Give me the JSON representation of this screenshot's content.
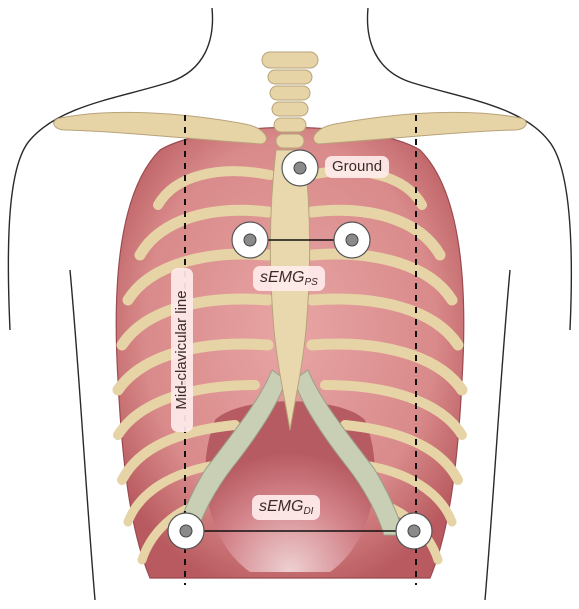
{
  "labels": {
    "ground": "Ground",
    "parasternal_main": "sEMG",
    "parasternal_sub": "PS",
    "diaphragm_main": "sEMG",
    "diaphragm_sub": "DI",
    "mid_clavicular": "Mid-clavicular line"
  },
  "colors": {
    "muscle": "#d98a8a",
    "muscle_dark": "#b85a5f",
    "rib": "#e6d3a6",
    "cartilage": "#c9cfb4",
    "sternum": "#e9d8ad",
    "outline": "#2a2a2a",
    "electrode_ring": "#ffffff",
    "electrode_center": "#8a8a8a"
  }
}
